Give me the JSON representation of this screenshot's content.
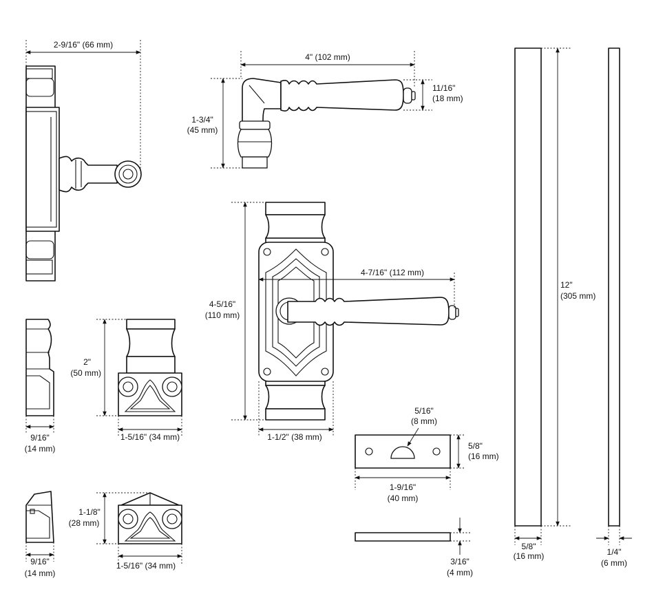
{
  "dimensions": {
    "rosette_side_width": [
      "2-9/16\" (66 mm)"
    ],
    "lever_length": [
      "4\" (102 mm)"
    ],
    "lever_height": [
      "1-3/4\"",
      "(45 mm)"
    ],
    "lever_end": [
      "11/16\"",
      "(18 mm)"
    ],
    "backplate_height": [
      "4-5/16\"",
      "(110 mm)"
    ],
    "lever_projection": [
      "4-7/16\" (112 mm)"
    ],
    "backplate_width": [
      "1-1/2\" (38 mm)"
    ],
    "tall_keeper_height": [
      "2\"",
      "(50 mm)"
    ],
    "tall_keeper_depth": [
      "9/16\"",
      "(14 mm)"
    ],
    "tall_keeper_width": [
      "1-5/16\" (34 mm)"
    ],
    "short_keeper_height": [
      "1-1/8\"",
      "(28 mm)"
    ],
    "short_keeper_width": [
      "1-5/16\" (34 mm)"
    ],
    "short_keeper_depth": [
      "9/16\"",
      "(14 mm)"
    ],
    "strike_notch": [
      "5/16\"",
      "(8 mm)"
    ],
    "strike_height": [
      "5/8\"",
      "(16 mm)"
    ],
    "strike_length": [
      "1-9/16\"",
      "(40 mm)"
    ],
    "strike_thickness": [
      "3/16\"",
      "(4 mm)"
    ],
    "rod_length": [
      "12\"",
      "(305 mm)"
    ],
    "rod_width": [
      "5/8\"",
      "(16 mm)"
    ],
    "rod_thickness": [
      "1/4\"",
      "(6 mm)"
    ]
  }
}
